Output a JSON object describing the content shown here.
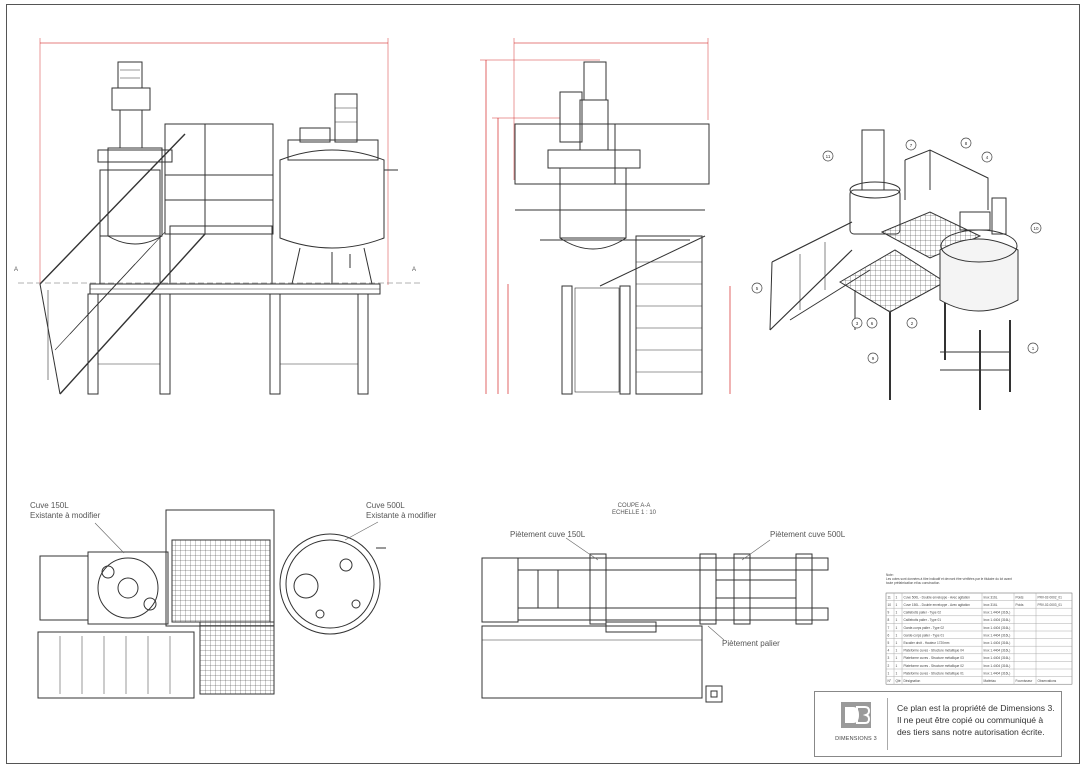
{
  "labels": {
    "cuve150_line1": "Cuve 150L",
    "cuve150_line2": "Existante à modifier",
    "cuve500_line1": "Cuve 500L",
    "cuve500_line2": "Existante à modifier",
    "coupe_title": "COUPE A-A",
    "coupe_scale": "ECHELLE 1 : 10",
    "pietement150": "Piètement cuve 150L",
    "pietement500": "Piètement cuve 500L",
    "pietement_palier": "Piètement palier",
    "section_mark": "A"
  },
  "note": {
    "title": "Note:",
    "line1": "Les cotes sont données à titre indicatif et devront être vérifiées par le titulaire du lot avant",
    "line2": "toute préfabrication et/ou construction."
  },
  "bom": {
    "rows": [
      [
        "11",
        "1",
        "Cuve 500L - Double enveloppe - Avec agitation",
        "Inox 316L",
        "Poids",
        "PRV-02-0002_01"
      ],
      [
        "10",
        "1",
        "Cuve 150L - Double enveloppe - Avec agitation",
        "Inox 316L",
        "Poids",
        "PRV-02-0003_01"
      ],
      [
        "9",
        "1",
        "Caillebotis palier - Type 02",
        "Inox 1.4404 (316L)",
        "",
        ""
      ],
      [
        "8",
        "1",
        "Caillebotis palier - Type 01",
        "Inox 1.4404 (316L)",
        "",
        ""
      ],
      [
        "7",
        "1",
        "Garde-corps palier - Type 02",
        "Inox 1.4404 (316L)",
        "",
        ""
      ],
      [
        "6",
        "1",
        "Garde-corps palier - Type 01",
        "Inox 1.4404 (316L)",
        "",
        ""
      ],
      [
        "5",
        "1",
        "Escalier droit - Hauteur 1720mm",
        "Inox 1.4404 (316L)",
        "",
        ""
      ],
      [
        "4",
        "1",
        "Plateforme cuves - Structure métallique 04",
        "Inox 1.4404 (316L)",
        "",
        ""
      ],
      [
        "3",
        "1",
        "Plateforme cuves - Structure métallique 03",
        "Inox 1.4404 (316L)",
        "",
        ""
      ],
      [
        "2",
        "1",
        "Plateforme cuves - Structure métallique 02",
        "Inox 1.4404 (316L)",
        "",
        ""
      ],
      [
        "1",
        "1",
        "Plateforme cuves - Structure métallique 01",
        "Inox 1.4404 (316L)",
        "",
        ""
      ]
    ],
    "header": [
      "N°",
      "Qté",
      "Désignation",
      "Matériau",
      "Fournisseur",
      "Observations"
    ]
  },
  "balloons": [
    "11",
    "7",
    "8",
    "6",
    "5",
    "3",
    "1",
    "2",
    "9",
    "10",
    "4"
  ],
  "cartouche": {
    "logo_letters": "DB",
    "logo_text": "DIMENSIONS 3",
    "copyright_line1": "Ce plan est la propriété de Dimensions 3.",
    "copyright_line2": "Il ne peut être copié ou communiqué à",
    "copyright_line3": "des tiers sans notre autorisation écrite."
  },
  "colors": {
    "dimension": "#cc0000",
    "line": "#333333",
    "frame": "#555555"
  }
}
